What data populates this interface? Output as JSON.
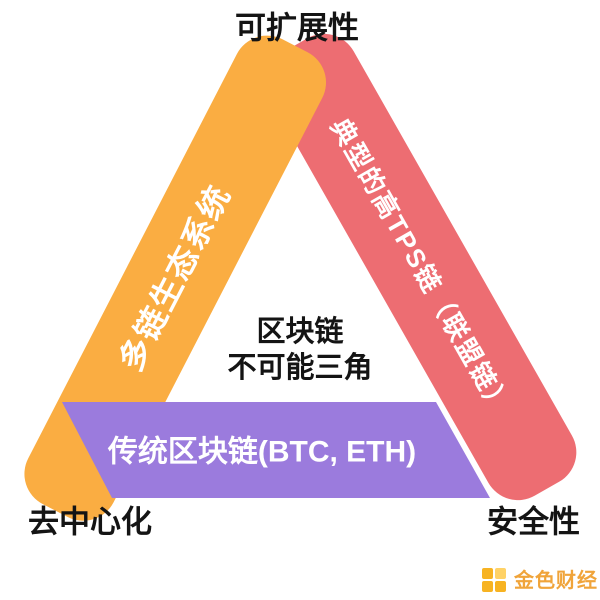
{
  "diagram": {
    "corners": {
      "top": "可扩展性",
      "bottom_left": "去中心化",
      "bottom_right": "安全性"
    },
    "center": {
      "line1": "区块链",
      "line2": "不可能三角"
    },
    "bars": {
      "left": {
        "label": "多链生态系统",
        "color": "#FAAD42"
      },
      "right": {
        "label": "典型的高TPS链（联盟链）",
        "color": "#ED6D72"
      },
      "bottom": {
        "label": "传统区块链(BTC, ETH)",
        "color": "#9B7BDD"
      }
    },
    "text_color": "#141414",
    "bar_text_color": "#FFFFFF"
  },
  "watermark": {
    "brand": "金色财经",
    "icon": "golden-blocks-logo",
    "color": "#F0A43A",
    "icon_color": "#F7B322",
    "icon_color_light": "#FFD266"
  }
}
